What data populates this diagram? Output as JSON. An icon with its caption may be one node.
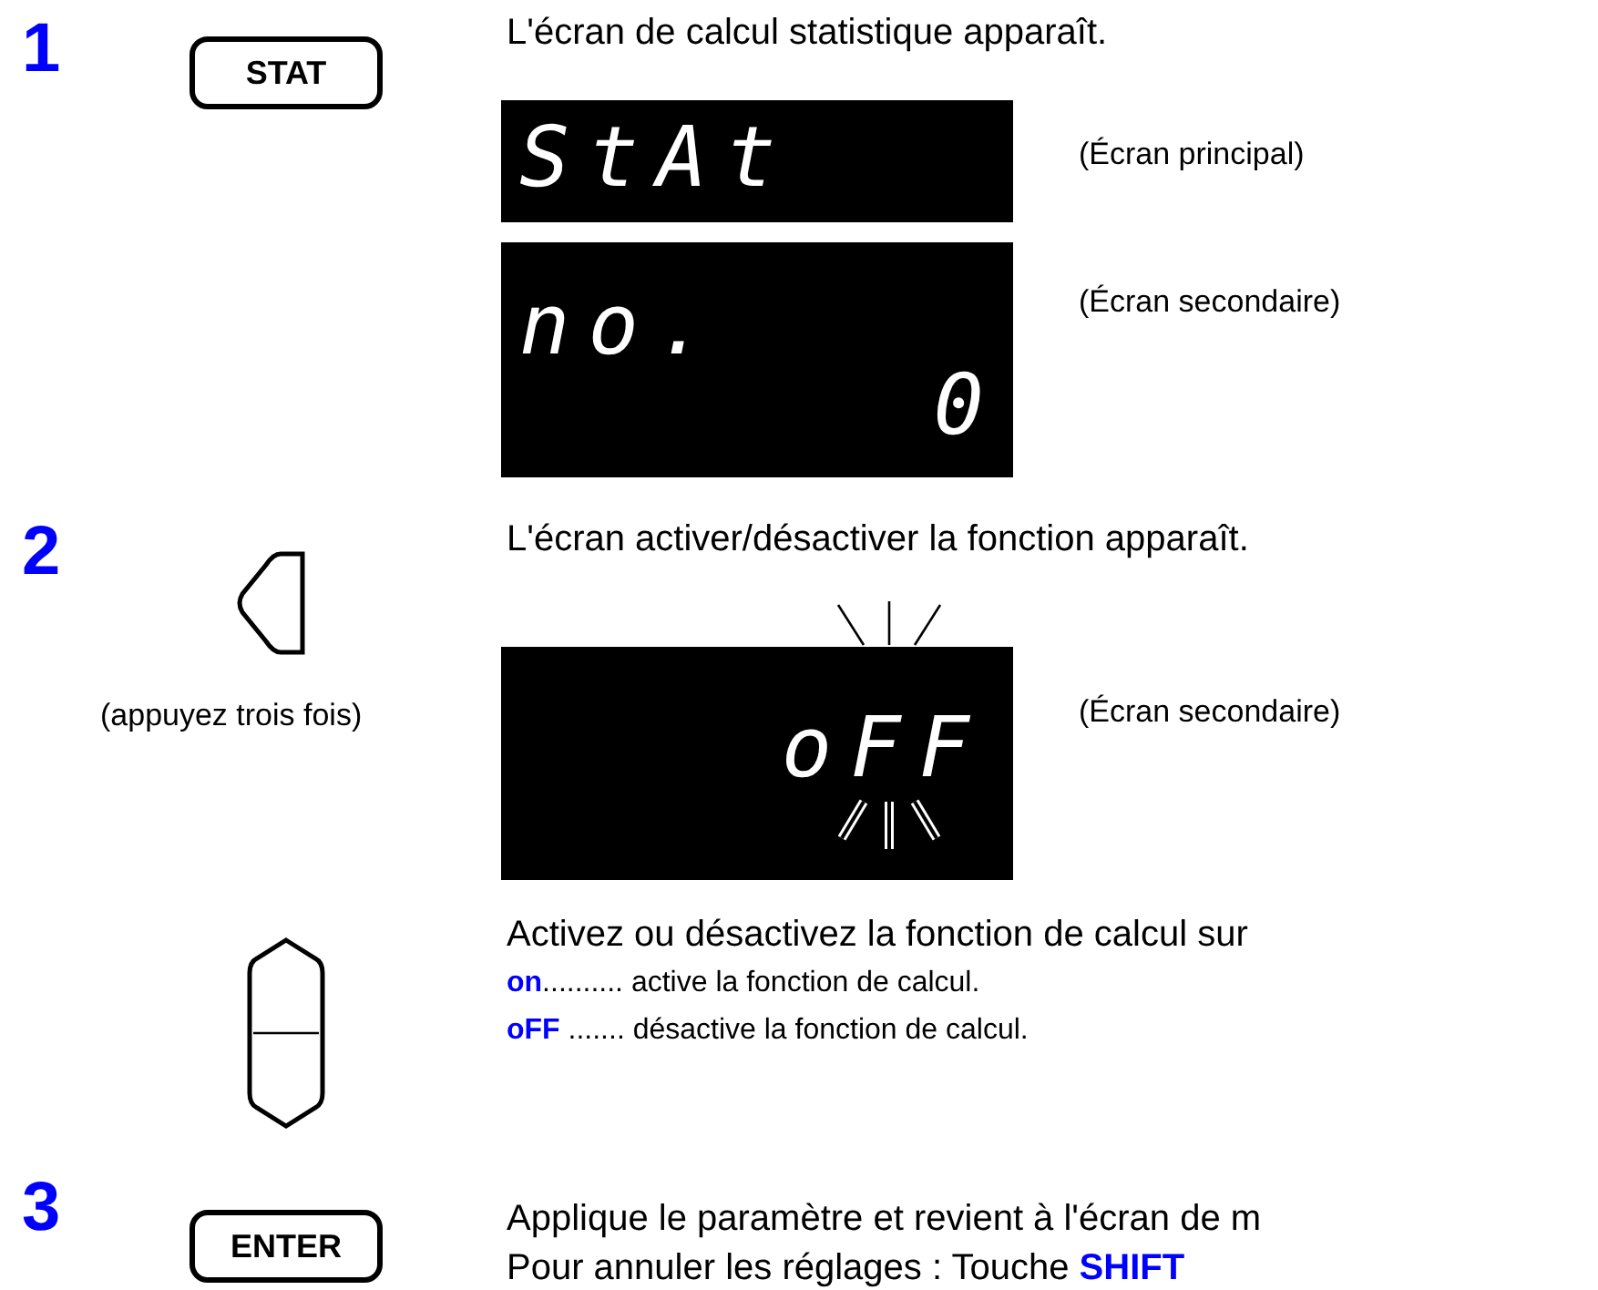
{
  "diagram": {
    "nodes": [
      {
        "text": [
          "STAT"
        ]
      },
      {
        "text": [
          "StAt"
        ],
        "beside": [
          "(Écran principal)"
        ]
      },
      {
        "text": [
          "no.",
          "0"
        ],
        "beside": [
          "(Écran secondaire)"
        ]
      },
      {
        "text": [],
        "shape": "button",
        "beside": [
          "(appuyez trois fois)"
        ]
      },
      {
        "text": [
          "oFF"
        ],
        "beside": [
          "(Écran secondaire)"
        ]
      },
      {
        "text": [],
        "shape": "button"
      },
      {
        "text": [
          "ENTER"
        ]
      }
    ],
    "edges": [],
    "labels": [
      "1",
      "L'écran de calcul statistique apparaît.",
      "2",
      "L'écran activer/désactiver la fonction apparaît.",
      "Activez ou désactivez la fonction de calcul sur",
      "**on**.......... active la fonction de calcul.",
      "**oFF** ....... désactive la fonction de calcul.",
      "3",
      "Applique le paramètre et revient à l'écran de m",
      "Pour annuler les réglages : Touche **SHIFT**"
    ]
  }
}
